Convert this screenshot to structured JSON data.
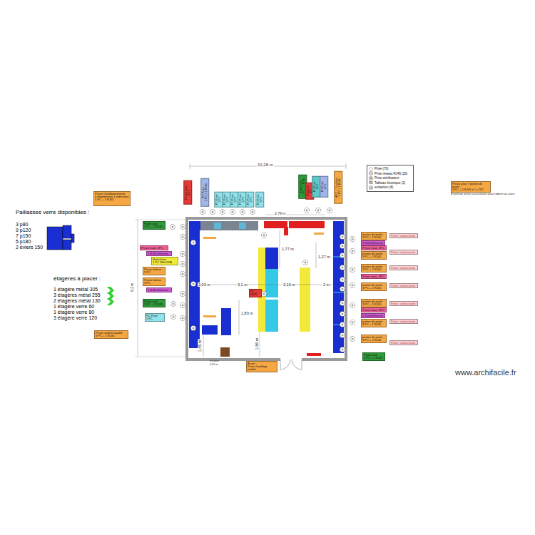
{
  "diagram": {
    "nodes": [
      {
        "text": [
          "Prises Conditionnement",
          "4 imprimantes 1 ordinateur",
          "1 PC + 1 RJ45"
        ]
      },
      {
        "text": [
          "Prises hotte",
          "3 PC"
        ]
      },
      {
        "text": [
          "PC Prise",
          "1 PC + 1 RJ45"
        ]
      },
      {
        "text": [
          "PC Prise",
          "1 PC"
        ]
      },
      {
        "text": [
          "PC Prise",
          "1 PC"
        ]
      },
      {
        "text": [
          "PC Prise",
          "1 PC"
        ]
      },
      {
        "text": [
          "PC Prise",
          "1 PC"
        ]
      },
      {
        "text": [
          "PC Prise",
          "1 PC"
        ]
      },
      {
        "text": [
          "PC Prise",
          "1 PC"
        ]
      },
      {
        "text": [
          "Poste outil",
          "1 PC + 1 RJ45"
        ]
      },
      {
        "text": [
          "Prises 3 PC"
        ]
      },
      {
        "text": [
          "PC Prise",
          "1 PC"
        ]
      },
      {
        "text": [
          "PC Prise",
          "1 PC"
        ]
      },
      {
        "text": [
          "4 PC + Onduleur",
          "1 PC + 1 RJ45"
        ]
      },
      {
        "text": [
          "Poste outil",
          "1 PC + 1 RJ45"
        ]
      },
      {
        "text": [
          "Prises maxi. 3PC"
        ]
      },
      {
        "text": [
          "1 RJ45 Ethernet"
        ]
      },
      {
        "text": [
          "Hotte/évier",
          "1 PC 380v/32A"
        ]
      },
      {
        "text": [
          "Prises balcon",
          "3 PC"
        ]
      },
      {
        "text": [
          "Prises balcon",
          "3 PC"
        ]
      },
      {
        "text": [
          "1 RJ45 Ethernet"
        ]
      },
      {
        "text": [
          "Poste outil",
          "1 PC + 1 RJ45"
        ]
      },
      {
        "text": [
          "PC Prise",
          "1 PC"
        ]
      },
      {
        "text": [
          "Prises outil fin qualité",
          "3 PC + 1 RJ45"
        ]
      },
      {
        "text": [
          "postes de poste",
          "3 PC + 1 RJ45"
        ]
      },
      {
        "text": [
          "1 RJ45 Ethernet"
        ]
      },
      {
        "text": [
          "Prises maxi. 3PC"
        ]
      },
      {
        "text": [
          "postes de poste",
          "3 PC + 1 RJ45"
        ]
      },
      {
        "text": [
          "postes de poste",
          "3 PC + 1 RJ45"
        ]
      },
      {
        "text": [
          "Prises maxi. 3PC"
        ]
      },
      {
        "text": [
          "postes de poste",
          "3 PC + 1 RJ45"
        ]
      },
      {
        "text": [
          "postes de poste",
          "3 PC + 1 RJ45"
        ]
      },
      {
        "text": [
          "Prises maxi. 3PC"
        ]
      },
      {
        "text": [
          "1 RJ45 Ethernet"
        ]
      },
      {
        "text": [
          "postes de poste",
          "3 PC + 1 RJ45"
        ]
      },
      {
        "text": [
          "postes de poste",
          "3 PC + 1 RJ45"
        ]
      },
      {
        "text": [
          "Poste outil",
          "1 PC + 1 RJ45"
        ]
      },
      {
        "text": [
          "Prises pour 7 postes de poste :",
          "3 PC + 1 RJ45 x7 = 21/7"
        ]
      },
      {
        "text": [
          "Prises : contact poste"
        ]
      },
      {
        "text": [
          "Prises : contact poste"
        ]
      },
      {
        "text": [
          "Prises : contact poste"
        ]
      },
      {
        "text": [
          "Prises : contact poste"
        ]
      },
      {
        "text": [
          "Prises : contact poste"
        ]
      },
      {
        "text": [
          "Prises : contact poste"
        ]
      },
      {
        "text": [
          "Prises : contact poste"
        ]
      },
      {
        "text": [
          "À voir :",
          "Prise chauffage mobile"
        ]
      },
      {
        "text": [
          "PC + RJ45"
        ]
      }
    ],
    "labels": [
      "10,28 m",
      "2,79 m",
      "9,2 m",
      "Paillasses verre disponibles :",
      "3 p80",
      "9 p120",
      "7 p150",
      "5 p180",
      "2 éviers 150",
      "étagères à placer :",
      "1 étagère métal 305",
      "3 étagères métal 255",
      "2 étagères métal 130",
      "1 étagère verre 60",
      "1 étagère verre 80",
      "3 étagère verre 120",
      "1,77 m",
      "1,27 m",
      "2,03 m",
      "3,1 m",
      "3,16 m",
      "2 m",
      "1,83 m",
      "1,56 m",
      "1,45 m",
      "Exutoire",
      "0,90 m²",
      "Et prévoir prises accessoires pour robinet ou autre",
      "www.archifacile.fr"
    ],
    "legend": [
      {
        "text": "Prise (70)"
      },
      {
        "text": "Prise réseau RJ45 (20)"
      },
      {
        "text": "Prise stérilisateur"
      },
      {
        "text": "Tableau électrique (2)"
      },
      {
        "text": "extraction (8)"
      }
    ]
  }
}
